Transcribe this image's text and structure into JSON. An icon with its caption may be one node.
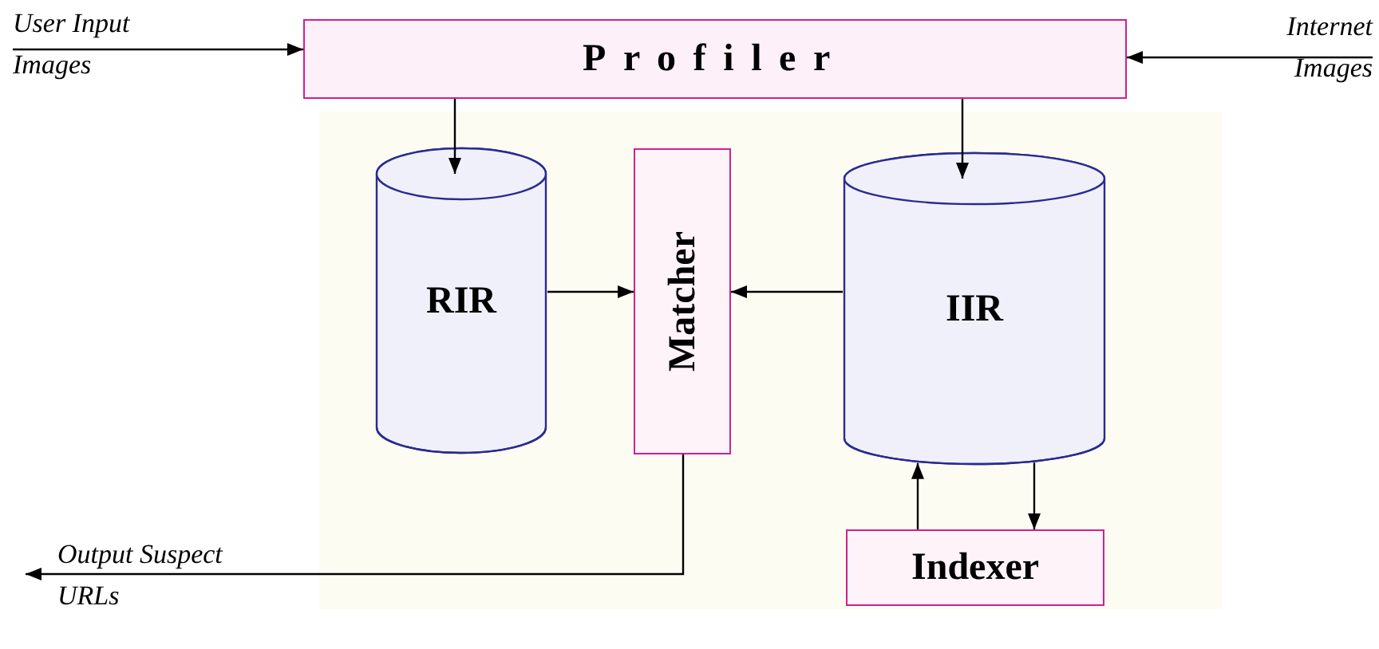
{
  "diagram": {
    "nodes": [
      {
        "text": [
          "User Input Images"
        ]
      },
      {
        "text": [
          "Profiler"
        ]
      },
      {
        "text": [
          "Internet Images"
        ]
      },
      {
        "text": [
          "RIR"
        ]
      },
      {
        "text": [
          "Matcher"
        ]
      },
      {
        "text": [
          "IIR"
        ]
      },
      {
        "text": [
          "Output Suspect URLs"
        ]
      },
      {
        "text": [
          "Indexer"
        ]
      }
    ],
    "edges": [
      {
        "from": 0,
        "to": 1,
        "arrow": "to"
      },
      {
        "from": 2,
        "to": 1,
        "arrow": "to"
      },
      {
        "from": 1,
        "to": 3,
        "arrow": "to"
      },
      {
        "from": 1,
        "to": 5,
        "arrow": "to"
      },
      {
        "from": 3,
        "to": 4,
        "arrow": "to"
      },
      {
        "from": 5,
        "to": 4,
        "arrow": "to"
      },
      {
        "from": 4,
        "to": 6,
        "arrow": "to"
      },
      {
        "from": 7,
        "to": 5,
        "arrow": "to"
      },
      {
        "from": 5,
        "to": 7,
        "arrow": "to"
      }
    ]
  }
}
